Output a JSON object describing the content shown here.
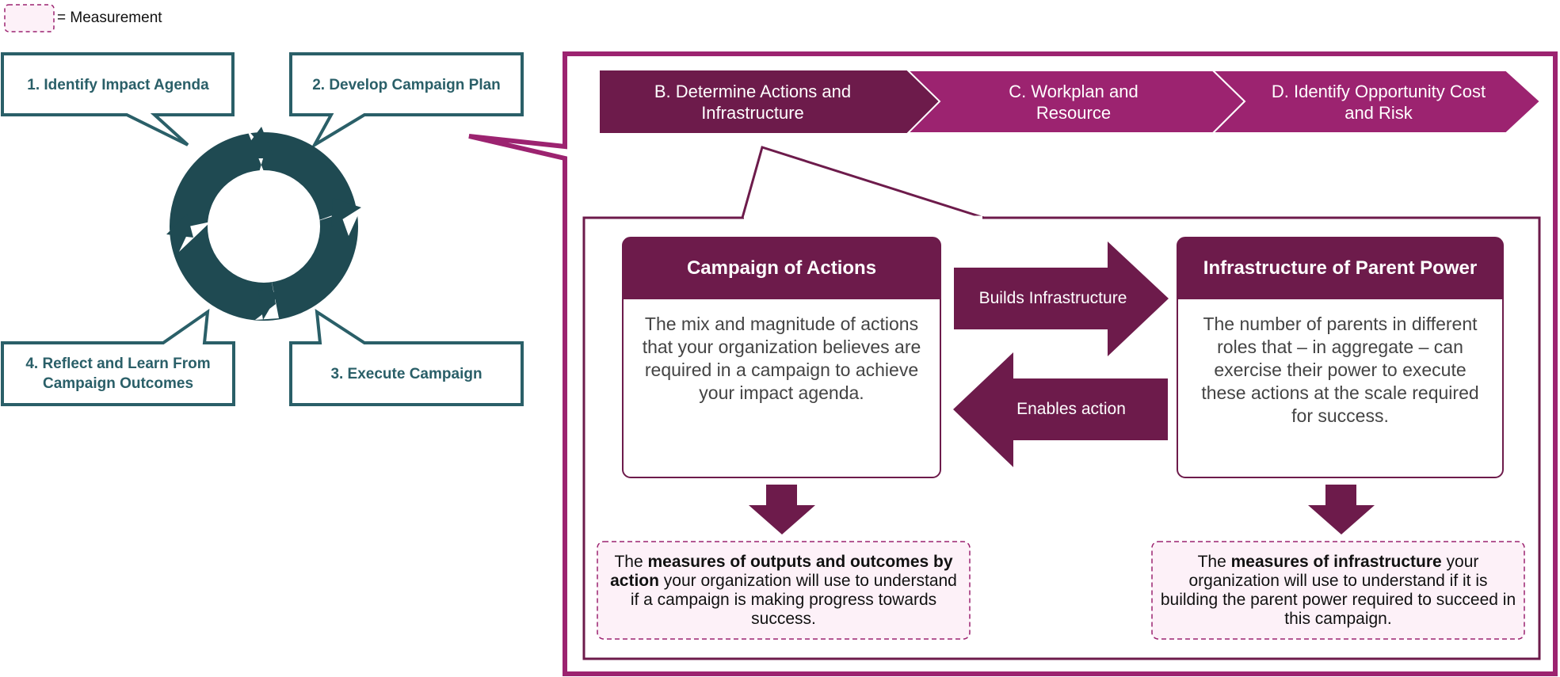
{
  "legend": {
    "label": "= Measurement"
  },
  "cycle": {
    "steps": [
      "1. Identify Impact Agenda",
      "2. Develop Campaign Plan",
      "3. Execute Campaign",
      "4. Reflect and Learn From Campaign Outcomes"
    ]
  },
  "chevrons": [
    "B. Determine Actions and Infrastructure",
    "C. Workplan and Resource",
    "D. Identify Opportunity Cost and Risk"
  ],
  "campaign": {
    "title": "Campaign of Actions",
    "body": "The mix and magnitude of actions that your organization believes are required in a campaign to achieve your impact agenda."
  },
  "infrastructure": {
    "title": "Infrastructure of Parent Power",
    "body": "The number of parents in different roles that – in aggregate – can exercise their power to execute these actions at the scale required for success."
  },
  "arrows": {
    "builds": "Builds Infrastructure",
    "enables": "Enables action"
  },
  "measures": {
    "left": {
      "pre": "The ",
      "bold": "measures of outputs and outcomes by action",
      "post": " your organization will use to understand if a campaign is making progress towards success."
    },
    "right": {
      "pre": "The ",
      "bold": "measures of infrastructure",
      "post": " your organization will use to understand if it is building the parent power required to succeed in this campaign."
    }
  },
  "colors": {
    "teal": "#2a5f68",
    "cycle": "#1f4a52",
    "dark_purple": "#6d1b4b",
    "magenta": "#9c2370",
    "measure_fill": "#fdf1f8",
    "measure_border": "#9c2370"
  }
}
